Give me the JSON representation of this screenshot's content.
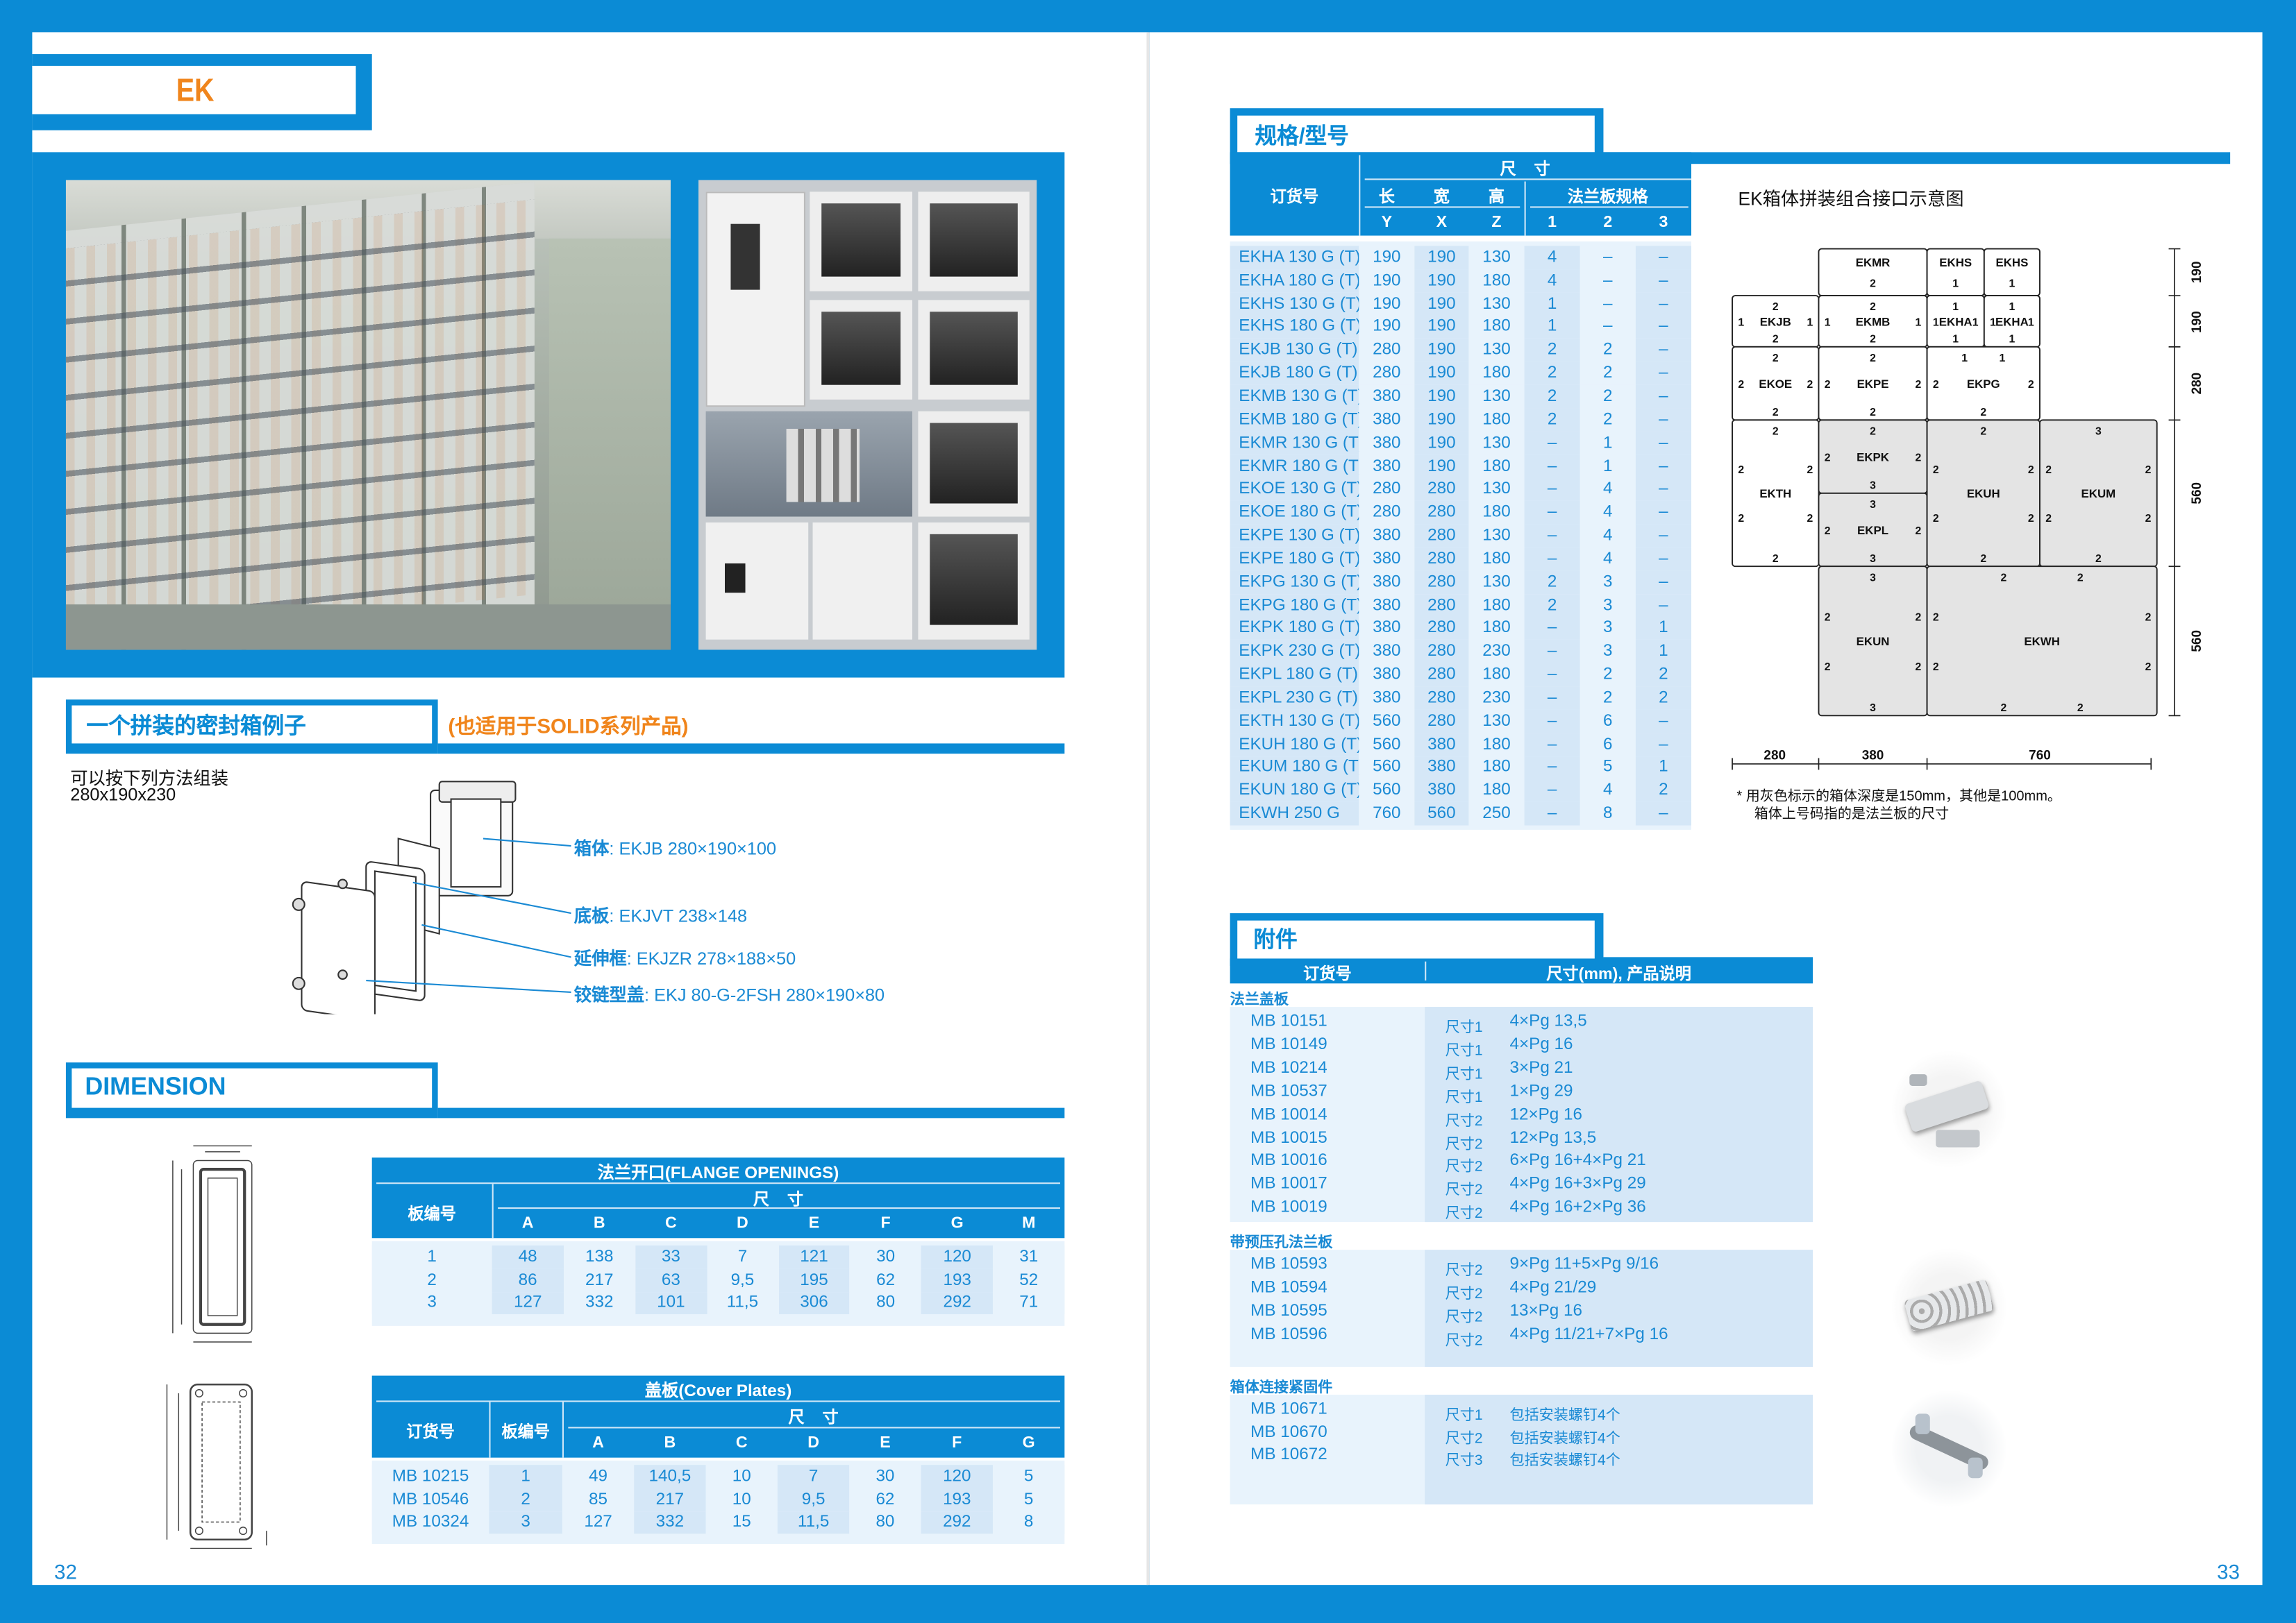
{
  "left_page": {
    "tag": "EK",
    "page_number": "32",
    "example_section": {
      "title": "一个拼装的密封箱例子",
      "subtitle": "(也适用于SOLID系列产品)",
      "intro_line1": "可以按下列方法组装",
      "intro_line2": "280x190x230",
      "parts": [
        {
          "label": "箱体",
          "value": ": EKJB 280×190×100"
        },
        {
          "label": "底板",
          "value": ": EKJVT 238×148"
        },
        {
          "label": "延伸框",
          "value": ": EKJZR 278×188×50"
        },
        {
          "label": "铰链型盖",
          "value": ": EKJ 80-G-2FSH 280×190×80"
        }
      ]
    },
    "dimension_section": {
      "title": "DIMENSION"
    },
    "flange_table": {
      "title": "法兰开口(FLANGE OPENINGS)",
      "row_header": "板编号",
      "group_header": "尺    寸",
      "columns": [
        "A",
        "B",
        "C",
        "D",
        "E",
        "F",
        "G",
        "M"
      ],
      "rows": [
        [
          "1",
          "48",
          "138",
          "33",
          "7",
          "121",
          "30",
          "120",
          "31"
        ],
        [
          "2",
          "86",
          "217",
          "63",
          "9,5",
          "195",
          "62",
          "193",
          "52"
        ],
        [
          "3",
          "127",
          "332",
          "101",
          "11,5",
          "306",
          "80",
          "292",
          "71"
        ]
      ]
    },
    "cover_table": {
      "title": "盖板(Cover Plates)",
      "order_header": "订货号",
      "plate_header": "板编号",
      "group_header": "尺    寸",
      "columns": [
        "A",
        "B",
        "C",
        "D",
        "E",
        "F",
        "G"
      ],
      "rows": [
        [
          "MB 10215",
          "1",
          "49",
          "140,5",
          "10",
          "7",
          "30",
          "120",
          "5"
        ],
        [
          "MB 10546",
          "2",
          "85",
          "217",
          "10",
          "9,5",
          "62",
          "193",
          "5"
        ],
        [
          "MB 10324",
          "3",
          "127",
          "332",
          "15",
          "11,5",
          "80",
          "292",
          "8"
        ]
      ]
    }
  },
  "right_page": {
    "page_number": "33",
    "spec_section": {
      "title": "规格/型号",
      "order_header": "订货号",
      "size_header": "尺    寸",
      "length": "长",
      "width": "宽",
      "height": "高",
      "flange_header": "法兰板规格",
      "sub_columns": [
        "Y",
        "X",
        "Z",
        "1",
        "2",
        "3"
      ],
      "rows": [
        [
          "EKHA 130 G (T)",
          "190",
          "190",
          "130",
          "4",
          "–",
          "–"
        ],
        [
          "EKHA 180 G (T)",
          "190",
          "190",
          "180",
          "4",
          "–",
          "–"
        ],
        [
          "EKHS 130 G (T)",
          "190",
          "190",
          "130",
          "1",
          "–",
          "–"
        ],
        [
          "EKHS 180 G (T)",
          "190",
          "190",
          "180",
          "1",
          "–",
          "–"
        ],
        [
          "EKJB 130 G (T)",
          "280",
          "190",
          "130",
          "2",
          "2",
          "–"
        ],
        [
          "EKJB 180 G (T)",
          "280",
          "190",
          "180",
          "2",
          "2",
          "–"
        ],
        [
          "EKMB 130 G (T)",
          "380",
          "190",
          "130",
          "2",
          "2",
          "–"
        ],
        [
          "EKMB 180 G (T)",
          "380",
          "190",
          "180",
          "2",
          "2",
          "–"
        ],
        [
          "EKMR 130 G (T)",
          "380",
          "190",
          "130",
          "–",
          "1",
          "–"
        ],
        [
          "EKMR 180 G (T)",
          "380",
          "190",
          "180",
          "–",
          "1",
          "–"
        ],
        [
          "EKOE 130 G (T)",
          "280",
          "280",
          "130",
          "–",
          "4",
          "–"
        ],
        [
          "EKOE 180 G (T)",
          "280",
          "280",
          "180",
          "–",
          "4",
          "–"
        ],
        [
          "EKPE 130 G (T)",
          "380",
          "280",
          "130",
          "–",
          "4",
          "–"
        ],
        [
          "EKPE 180 G (T)",
          "380",
          "280",
          "180",
          "–",
          "4",
          "–"
        ],
        [
          "EKPG 130 G (T)",
          "380",
          "280",
          "130",
          "2",
          "3",
          "–"
        ],
        [
          "EKPG 180 G (T)",
          "380",
          "280",
          "180",
          "2",
          "3",
          "–"
        ],
        [
          "EKPK 180 G (T)",
          "380",
          "280",
          "180",
          "–",
          "3",
          "1"
        ],
        [
          "EKPK 230 G (T)",
          "380",
          "280",
          "230",
          "–",
          "3",
          "1"
        ],
        [
          "EKPL 180 G (T)",
          "380",
          "280",
          "180",
          "–",
          "2",
          "2"
        ],
        [
          "EKPL 230 G (T)",
          "380",
          "280",
          "230",
          "–",
          "2",
          "2"
        ],
        [
          "EKTH 130 G (T)",
          "560",
          "280",
          "130",
          "–",
          "6",
          "–"
        ],
        [
          "EKUH 180 G (T)",
          "560",
          "380",
          "180",
          "–",
          "6",
          "–"
        ],
        [
          "EKUM 180 G (T)",
          "560",
          "380",
          "180",
          "–",
          "5",
          "1"
        ],
        [
          "EKUN 180 G (T)",
          "560",
          "380",
          "180",
          "–",
          "4",
          "2"
        ],
        [
          "EKWH 250 G",
          "760",
          "560",
          "250",
          "–",
          "8",
          "–"
        ]
      ]
    },
    "diagram": {
      "title": "EK箱体拼装组合接口示意图",
      "cells": [
        {
          "id": "EKMR",
          "name": "EKMR",
          "gray": false,
          "top": [],
          "left": [],
          "right": [],
          "bottom": [
            "2"
          ]
        },
        {
          "id": "EKHS1",
          "name": "EKHS",
          "gray": false,
          "top": [],
          "left": [],
          "right": [],
          "bottom": [
            "1"
          ]
        },
        {
          "id": "EKHS2",
          "name": "EKHS",
          "gray": false,
          "top": [],
          "left": [],
          "right": [],
          "bottom": [
            "1"
          ]
        },
        {
          "id": "EKJB",
          "name": "EKJB",
          "gray": false,
          "top": [
            "2"
          ],
          "left": [
            "1"
          ],
          "right": [
            "1"
          ],
          "bottom": [
            "2"
          ]
        },
        {
          "id": "EKMB",
          "name": "EKMB",
          "gray": false,
          "top": [
            "2"
          ],
          "left": [
            "1"
          ],
          "right": [
            "1"
          ],
          "bottom": [
            "2"
          ]
        },
        {
          "id": "EKHA1",
          "name": "EKHA",
          "gray": false,
          "top": [
            "1"
          ],
          "left": [
            "1"
          ],
          "right": [
            "1"
          ],
          "bottom": [
            "1"
          ]
        },
        {
          "id": "EKHA2",
          "name": "EKHA",
          "gray": false,
          "top": [
            "1"
          ],
          "left": [
            "1"
          ],
          "right": [
            "1"
          ],
          "bottom": [
            "1"
          ]
        },
        {
          "id": "EKOE",
          "name": "EKOE",
          "gray": false,
          "top": [
            "2"
          ],
          "left": [
            "2"
          ],
          "right": [
            "2"
          ],
          "bottom": [
            "2"
          ]
        },
        {
          "id": "EKPE",
          "name": "EKPE",
          "gray": false,
          "top": [
            "2"
          ],
          "left": [
            "2"
          ],
          "right": [
            "2"
          ],
          "bottom": [
            "2"
          ]
        },
        {
          "id": "EKPG",
          "name": "EKPG",
          "gray": false,
          "top": [
            "1",
            "1"
          ],
          "left": [
            "2"
          ],
          "right": [
            "2"
          ],
          "bottom": [
            "2"
          ]
        },
        {
          "id": "EKTH",
          "name": "EKTH",
          "gray": false,
          "top": [
            "2"
          ],
          "left": [
            "2",
            "2"
          ],
          "right": [
            "2",
            "2"
          ],
          "bottom": [
            "2"
          ]
        },
        {
          "id": "EKPK",
          "name": "EKPK",
          "gray": true,
          "top": [
            "2"
          ],
          "left": [
            "2"
          ],
          "right": [
            "2"
          ],
          "bottom": [
            "3"
          ]
        },
        {
          "id": "EKPL",
          "name": "EKPL",
          "gray": true,
          "top": [
            "3"
          ],
          "left": [
            "2"
          ],
          "right": [
            "2"
          ],
          "bottom": [
            "3"
          ]
        },
        {
          "id": "EKUH",
          "name": "EKUH",
          "gray": true,
          "top": [
            "2"
          ],
          "left": [
            "2",
            "2"
          ],
          "right": [
            "2",
            "2"
          ],
          "bottom": [
            "2"
          ]
        },
        {
          "id": "EKUM",
          "name": "EKUM",
          "gray": true,
          "top": [
            "3"
          ],
          "left": [
            "2",
            "2"
          ],
          "right": [
            "2",
            "2"
          ],
          "bottom": [
            "2"
          ]
        },
        {
          "id": "EKUN",
          "name": "EKUN",
          "gray": true,
          "top": [
            "3"
          ],
          "left": [
            "2",
            "2"
          ],
          "right": [
            "2",
            "2"
          ],
          "bottom": [
            "3"
          ]
        },
        {
          "id": "EKWH",
          "name": "EKWH",
          "gray": true,
          "top": [
            "2",
            "2"
          ],
          "left": [
            "2",
            "2"
          ],
          "right": [
            "2",
            "2"
          ],
          "bottom": [
            "2",
            "2"
          ]
        }
      ],
      "horizontal_dims": [
        "280",
        "380",
        "760"
      ],
      "vertical_dims": [
        "190",
        "190",
        "280",
        "560",
        "560"
      ],
      "note_line1": "* 用灰色标示的箱体深度是150mm，其他是100mm。",
      "note_line2": "箱体上号码指的是法兰板的尺寸"
    },
    "accessories": {
      "title": "附件",
      "order_header": "订货号",
      "desc_header": "尺寸(mm), 产品说明",
      "groups": [
        {
          "label": "法兰盖板",
          "rows": [
            [
              "MB 10151",
              "尺寸1",
              "4×Pg 13,5"
            ],
            [
              "MB 10149",
              "尺寸1",
              "4×Pg 16"
            ],
            [
              "MB 10214",
              "尺寸1",
              "3×Pg 21"
            ],
            [
              "MB 10537",
              "尺寸1",
              "1×Pg 29"
            ],
            [
              "MB 10014",
              "尺寸2",
              "12×Pg 16"
            ],
            [
              "MB 10015",
              "尺寸2",
              "12×Pg 13,5"
            ],
            [
              "MB 10016",
              "尺寸2",
              "6×Pg 16+4×Pg 21"
            ],
            [
              "MB 10017",
              "尺寸2",
              "4×Pg 16+3×Pg 29"
            ],
            [
              "MB 10019",
              "尺寸2",
              "4×Pg 16+2×Pg 36"
            ]
          ]
        },
        {
          "label": "带预压孔法兰板",
          "rows": [
            [
              "MB 10593",
              "尺寸2",
              "9×Pg 11+5×Pg 9/16"
            ],
            [
              "MB 10594",
              "尺寸2",
              "4×Pg 21/29"
            ],
            [
              "MB 10595",
              "尺寸2",
              "13×Pg 16"
            ],
            [
              "MB 10596",
              "尺寸2",
              "4×Pg 11/21+7×Pg 16"
            ]
          ]
        },
        {
          "label": "箱体连接紧固件",
          "rows": [
            [
              "MB 10671",
              "尺寸1",
              "包括安装螺钉4个"
            ],
            [
              "MB 10670",
              "尺寸2",
              "包括安装螺钉4个"
            ],
            [
              "MB 10672",
              "尺寸3",
              "包括安装螺钉4个"
            ]
          ]
        }
      ]
    }
  },
  "colors": {
    "brand_blue": "#0b8bd5",
    "accent_orange": "#f0851c",
    "text_blue": "#1a8ad4",
    "gray_box": "#e4e4e4"
  }
}
